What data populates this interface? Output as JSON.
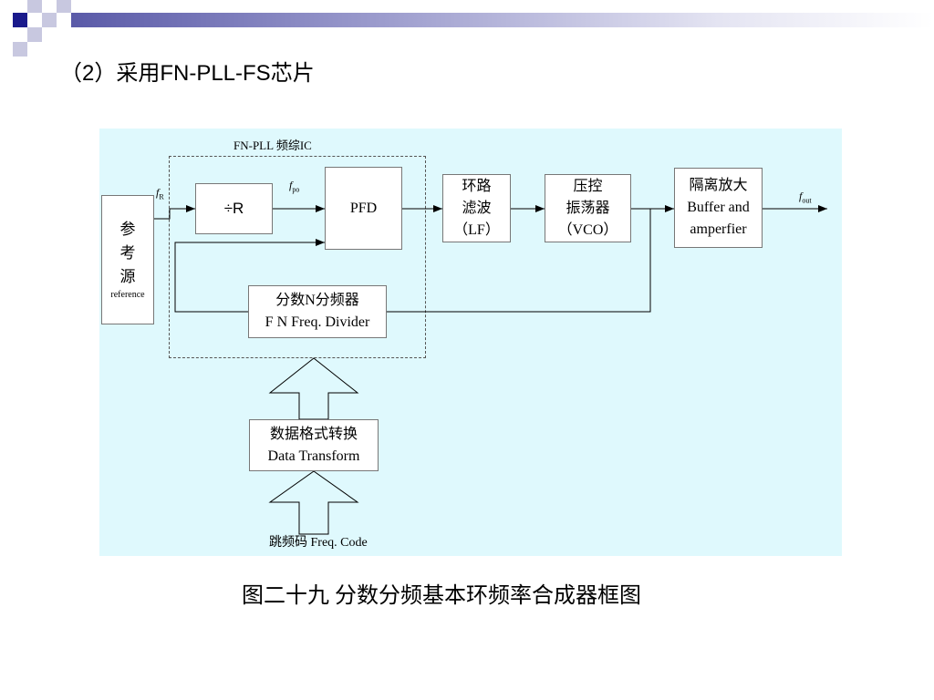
{
  "slide": {
    "title": "（2）采用FN-PLL-FS芯片",
    "caption": "图二十九  分数分频基本环频率合成器框图"
  },
  "diagram": {
    "ic_label": "FN-PLL    频综IC",
    "reference": {
      "chars": [
        "参",
        "考",
        "源"
      ],
      "sub": "reference"
    },
    "divider_r": "÷R",
    "pfd": "PFD",
    "loop_filter": [
      "环路",
      "滤波",
      "（LF）"
    ],
    "vco": [
      "压控",
      "振荡器",
      "（VCO）"
    ],
    "buffer": [
      "隔离放大",
      "Buffer and",
      "amperfier"
    ],
    "fn_divider": [
      "分数N分频器",
      "F N Freq. Divider"
    ],
    "data_transform": [
      "数据格式转换",
      "Data Transform"
    ],
    "freq_code": "跳频码 Freq. Code",
    "signals": {
      "fr": {
        "main": "f",
        "sub": "R"
      },
      "fpo": {
        "main": "f",
        "sub": "po"
      },
      "fout": {
        "main": "f",
        "sub": "out"
      }
    }
  },
  "colors": {
    "panel_bg": "#dff9fd",
    "deco_dark": "#1a1a8c",
    "deco_light": "#b8b8d8"
  }
}
